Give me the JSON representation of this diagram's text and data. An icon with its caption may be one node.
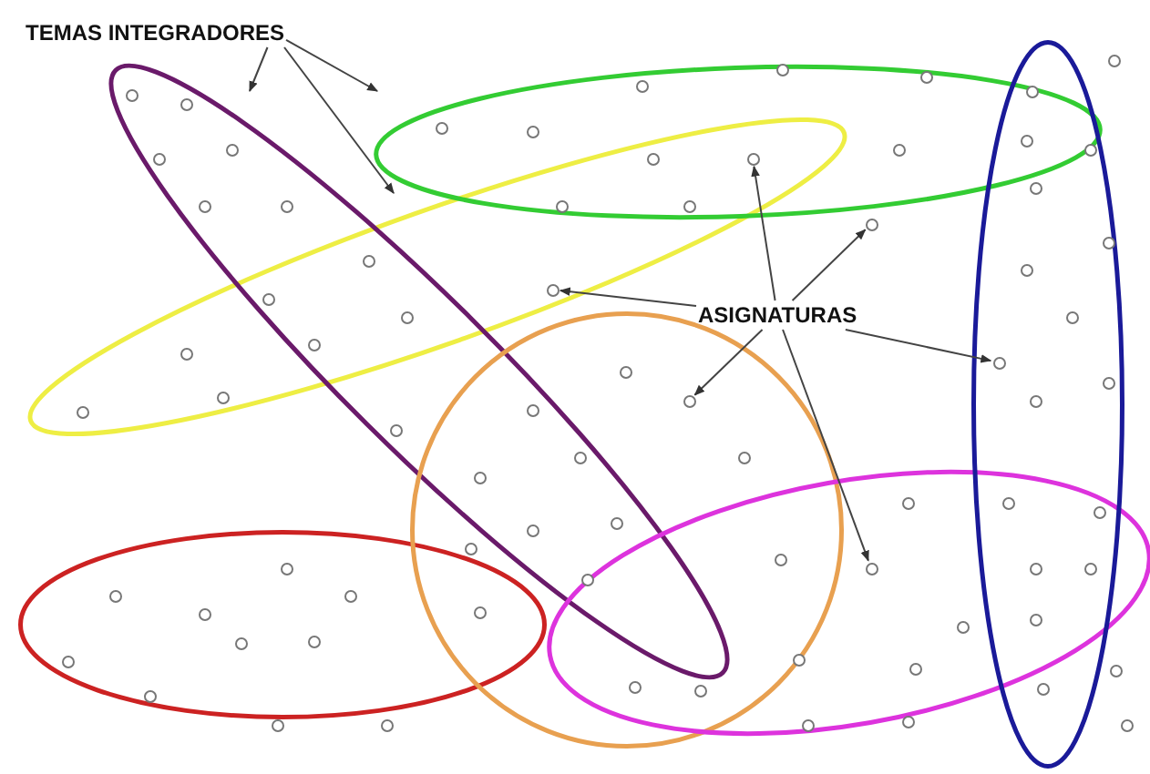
{
  "diagram": {
    "nodes": [
      {
        "text": [
          "TEMAS INTEGRADORES"
        ]
      },
      {
        "text": [
          "ASIGNATURAS"
        ]
      },
      {
        "text": [],
        "shape": "circle"
      },
      {
        "text": [],
        "shape": "circle"
      },
      {
        "text": [],
        "shape": "circle"
      },
      {
        "text": [],
        "shape": "circle"
      },
      {
        "text": [],
        "shape": "circle"
      },
      {
        "text": [],
        "shape": "circle"
      },
      {
        "text": [],
        "shape": "circle"
      },
      {
        "text": [],
        "shape": "circle"
      },
      {
        "text": [],
        "shape": "circle"
      },
      {
        "text": [],
        "shape": "circle"
      },
      {
        "text": [],
        "shape": "circle"
      },
      {
        "text": [],
        "shape": "circle"
      },
      {
        "text": [],
        "shape": "circle"
      },
      {
        "text": [],
        "shape": "circle"
      },
      {
        "text": [],
        "shape": "circle"
      },
      {
        "text": [],
        "shape": "circle"
      },
      {
        "text": [],
        "shape": "circle"
      },
      {
        "text": [],
        "shape": "circle"
      },
      {
        "text": [],
        "shape": "circle"
      },
      {
        "text": [],
        "shape": "circle"
      },
      {
        "text": [],
        "shape": "circle"
      },
      {
        "text": [],
        "shape": "circle"
      },
      {
        "text": [],
        "shape": "circle"
      },
      {
        "text": [],
        "shape": "circle"
      },
      {
        "text": [],
        "shape": "circle"
      },
      {
        "text": [],
        "shape": "circle"
      },
      {
        "text": [],
        "shape": "circle"
      },
      {
        "text": [],
        "shape": "circle"
      },
      {
        "text": [],
        "shape": "circle"
      },
      {
        "text": [],
        "shape": "circle"
      },
      {
        "text": [],
        "shape": "circle"
      },
      {
        "text": [],
        "shape": "circle"
      },
      {
        "text": [],
        "shape": "circle"
      },
      {
        "text": [],
        "shape": "circle"
      },
      {
        "text": [],
        "shape": "circle"
      },
      {
        "text": [],
        "shape": "circle"
      },
      {
        "text": [],
        "shape": "circle"
      },
      {
        "text": [],
        "shape": "circle"
      },
      {
        "text": [],
        "shape": "circle"
      },
      {
        "text": [],
        "shape": "circle"
      },
      {
        "text": [],
        "shape": "circle"
      },
      {
        "text": [],
        "shape": "circle"
      },
      {
        "text": [],
        "shape": "circle"
      },
      {
        "text": [],
        "shape": "circle"
      },
      {
        "text": [],
        "shape": "circle"
      },
      {
        "text": [],
        "shape": "circle"
      },
      {
        "text": [],
        "shape": "circle"
      },
      {
        "text": [],
        "shape": "circle"
      },
      {
        "text": [],
        "shape": "circle"
      },
      {
        "text": [],
        "shape": "circle"
      },
      {
        "text": [],
        "shape": "circle"
      },
      {
        "text": [],
        "shape": "circle"
      },
      {
        "text": [],
        "shape": "circle"
      },
      {
        "text": [],
        "shape": "circle"
      },
      {
        "text": [],
        "shape": "circle"
      },
      {
        "text": [],
        "shape": "circle"
      },
      {
        "text": [],
        "shape": "circle"
      },
      {
        "text": [],
        "shape": "circle"
      },
      {
        "text": [],
        "shape": "circle"
      },
      {
        "text": [],
        "shape": "circle"
      },
      {
        "text": [],
        "shape": "circle"
      },
      {
        "text": [],
        "shape": "circle"
      },
      {
        "text": [],
        "shape": "circle"
      },
      {
        "text": [],
        "shape": "circle"
      },
      {
        "text": [],
        "shape": "circle"
      },
      {
        "text": [],
        "shape": "circle"
      },
      {
        "text": [],
        "shape": "circle"
      },
      {
        "text": [],
        "shape": "circle"
      },
      {
        "text": [],
        "shape": "circle"
      },
      {
        "text": [],
        "shape": "circle"
      },
      {
        "text": [],
        "shape": "circle"
      },
      {
        "text": [],
        "shape": "circle"
      },
      {
        "text": [],
        "shape": "circle"
      },
      {
        "text": [],
        "shape": "circle"
      },
      {
        "text": [],
        "shape": "circle"
      },
      {
        "text": [],
        "shape": "circle"
      }
    ],
    "edges": [
      {
        "from": 0,
        "to": null,
        "arrow": "to"
      },
      {
        "from": 0,
        "to": null,
        "arrow": "to"
      },
      {
        "from": 0,
        "to": null,
        "arrow": "to"
      },
      {
        "from": 1,
        "to": 12,
        "arrow": "to"
      },
      {
        "from": 1,
        "to": 22,
        "arrow": "to"
      },
      {
        "from": 1,
        "to": 27,
        "arrow": "to"
      },
      {
        "from": 1,
        "to": 36,
        "arrow": "to"
      },
      {
        "from": 1,
        "to": 39,
        "arrow": "to"
      },
      {
        "from": 1,
        "to": 52,
        "arrow": "to"
      }
    ]
  }
}
